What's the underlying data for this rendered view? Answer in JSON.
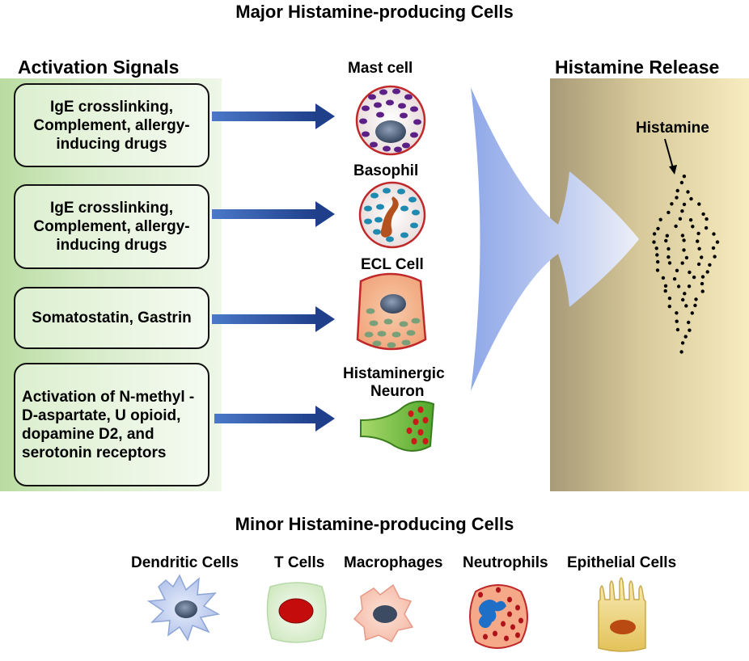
{
  "title_major": "Major Histamine-producing Cells",
  "title_minor": "Minor Histamine-producing Cells",
  "activation": {
    "heading": "Activation Signals",
    "signals": [
      "IgE crosslinking, Complement, allergy-inducing drugs",
      "IgE crosslinking, Complement, allergy-inducing drugs",
      "Somatostatin, Gastrin",
      "Activation of N-methyl -D-aspartate, U opioid, dopamine D2, and serotonin receptors"
    ]
  },
  "major_cells": {
    "mast": "Mast cell",
    "basophil": "Basophil",
    "ecl": "ECL Cell",
    "neuron_line1": "Histaminergic",
    "neuron_line2": "Neuron"
  },
  "release": {
    "heading": "Histamine Release",
    "histamine_label": "Histamine"
  },
  "minor_cells": [
    "Dendritic Cells",
    "T Cells",
    "Macrophages",
    "Neutrophils",
    "Epithelial Cells"
  ],
  "colors": {
    "arrow_blue": "#2f56a8",
    "cell_border": "#c0282a",
    "green_panel": "#b9dca1",
    "release_panel": "#d7c99a"
  }
}
